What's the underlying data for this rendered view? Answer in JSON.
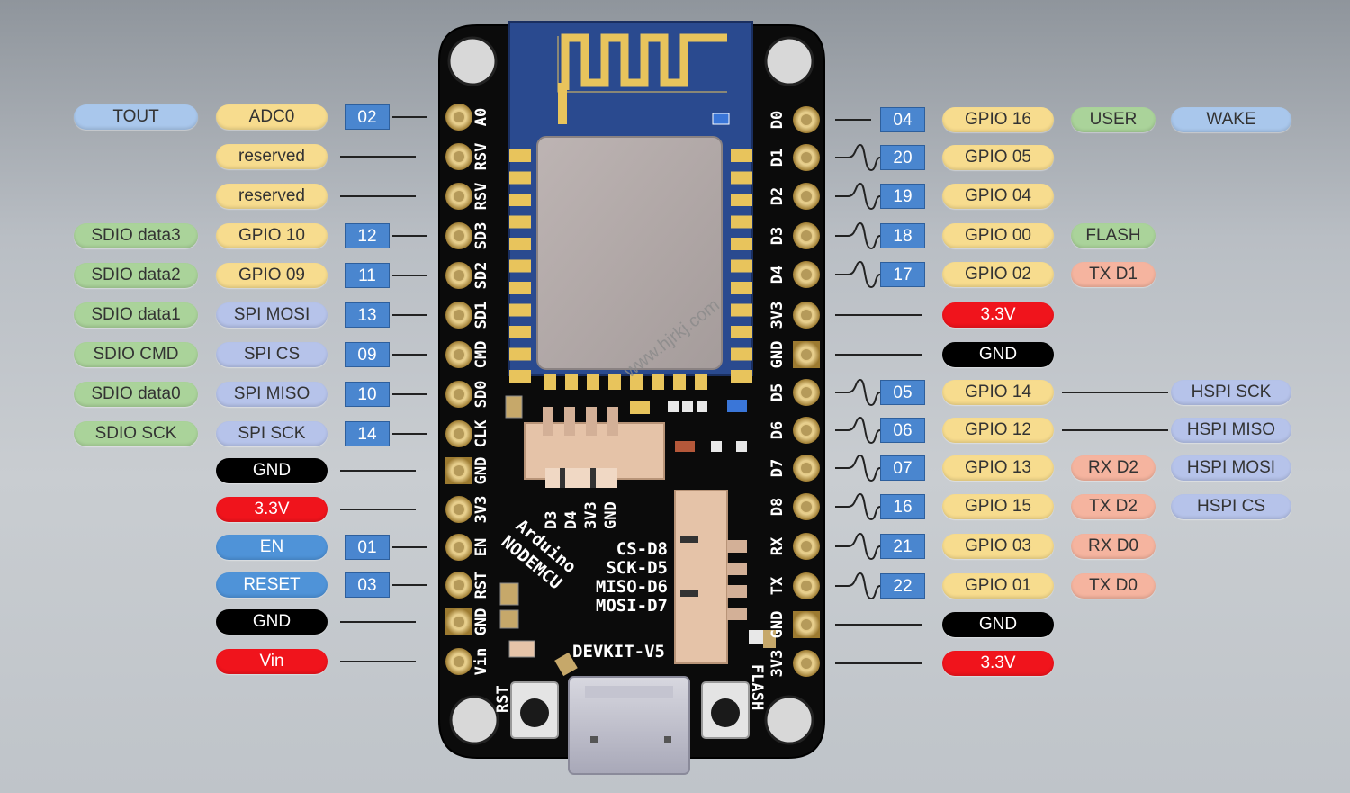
{
  "colors": {
    "blue_light": "#a9c7ec",
    "yellow": "#f7dc8e",
    "green": "#aad39a",
    "purple": "#b6c3ea",
    "black": "#000000",
    "red": "#f0141c",
    "blue_mid": "#4f93d8",
    "salmon": "#f5b49f",
    "number": "#4a86cf",
    "board": "#0a0a0a",
    "module": "#2a4a8f",
    "shield": "#b8b0b0",
    "gold": "#e8c45c"
  },
  "watermark": "www.hjrkj.com",
  "board": {
    "silk": {
      "arduino": "Arduino",
      "nodemcu": "NODEMCU",
      "devkit": "DEVKIT-V5",
      "rst_btn": "RST",
      "flash_btn": "FLASH",
      "header_small": [
        "D3",
        "D4",
        "3V3",
        "GND"
      ],
      "spi_map": [
        "CS-D8",
        "SCK-D5",
        "MISO-D6",
        "MOSI-D7"
      ]
    },
    "left_pins": [
      "A0",
      "RSV",
      "RSV",
      "SD3",
      "SD2",
      "SD1",
      "CMD",
      "SD0",
      "CLK",
      "GND",
      "3V3",
      "EN",
      "RST",
      "GND",
      "Vin"
    ],
    "right_pins": [
      "D0",
      "D1",
      "D2",
      "D3",
      "D4",
      "3V3",
      "GND",
      "D5",
      "D6",
      "D7",
      "D8",
      "RX",
      "TX",
      "GND",
      "3V3"
    ]
  },
  "left_rows": [
    {
      "func": "TOUT",
      "func_color": "blue_light",
      "name": "ADC0",
      "name_color": "yellow",
      "num": "02"
    },
    {
      "func": "",
      "func_color": "",
      "name": "reserved",
      "name_color": "yellow",
      "num": ""
    },
    {
      "func": "",
      "func_color": "",
      "name": "reserved",
      "name_color": "yellow",
      "num": ""
    },
    {
      "func": "SDIO data3",
      "func_color": "green",
      "name": "GPIO 10",
      "name_color": "yellow",
      "num": "12"
    },
    {
      "func": "SDIO data2",
      "func_color": "green",
      "name": "GPIO 09",
      "name_color": "yellow",
      "num": "11"
    },
    {
      "func": "SDIO data1",
      "func_color": "green",
      "name": "SPI MOSI",
      "name_color": "purple",
      "num": "13"
    },
    {
      "func": "SDIO CMD",
      "func_color": "green",
      "name": "SPI CS",
      "name_color": "purple",
      "num": "09"
    },
    {
      "func": "SDIO data0",
      "func_color": "green",
      "name": "SPI MISO",
      "name_color": "purple",
      "num": "10"
    },
    {
      "func": "SDIO SCK",
      "func_color": "green",
      "name": "SPI SCK",
      "name_color": "purple",
      "num": "14"
    },
    {
      "func": "",
      "func_color": "",
      "name": "GND",
      "name_color": "black",
      "num": ""
    },
    {
      "func": "",
      "func_color": "",
      "name": "3.3V",
      "name_color": "red",
      "num": ""
    },
    {
      "func": "",
      "func_color": "",
      "name": "EN",
      "name_color": "blue_mid",
      "num": "01"
    },
    {
      "func": "",
      "func_color": "",
      "name": "RESET",
      "name_color": "blue_mid",
      "num": "03"
    },
    {
      "func": "",
      "func_color": "",
      "name": "GND",
      "name_color": "black",
      "num": ""
    },
    {
      "func": "",
      "func_color": "",
      "name": "Vin",
      "name_color": "red",
      "num": ""
    }
  ],
  "right_rows": [
    {
      "num": "04",
      "name": "GPIO 16",
      "name_color": "yellow",
      "alt": "USER",
      "alt_color": "green",
      "func": "WAKE",
      "func_color": "blue_light",
      "wave": false
    },
    {
      "num": "20",
      "name": "GPIO 05",
      "name_color": "yellow",
      "alt": "",
      "alt_color": "",
      "func": "",
      "func_color": "",
      "wave": true
    },
    {
      "num": "19",
      "name": "GPIO 04",
      "name_color": "yellow",
      "alt": "",
      "alt_color": "",
      "func": "",
      "func_color": "",
      "wave": true
    },
    {
      "num": "18",
      "name": "GPIO 00",
      "name_color": "yellow",
      "alt": "FLASH",
      "alt_color": "green",
      "func": "",
      "func_color": "",
      "wave": true
    },
    {
      "num": "17",
      "name": "GPIO 02",
      "name_color": "yellow",
      "alt": "TX  D1",
      "alt_color": "salmon",
      "func": "",
      "func_color": "",
      "wave": true
    },
    {
      "num": "",
      "name": "3.3V",
      "name_color": "red",
      "alt": "",
      "alt_color": "",
      "func": "",
      "func_color": "",
      "wave": false
    },
    {
      "num": "",
      "name": "GND",
      "name_color": "black",
      "alt": "",
      "alt_color": "",
      "func": "",
      "func_color": "",
      "wave": false
    },
    {
      "num": "05",
      "name": "GPIO 14",
      "name_color": "yellow",
      "alt": "",
      "alt_color": "",
      "func": "HSPI SCK",
      "func_color": "purple",
      "wave": true
    },
    {
      "num": "06",
      "name": "GPIO 12",
      "name_color": "yellow",
      "alt": "",
      "alt_color": "",
      "func": "HSPI MISO",
      "func_color": "purple",
      "wave": true
    },
    {
      "num": "07",
      "name": "GPIO 13",
      "name_color": "yellow",
      "alt": "RX  D2",
      "alt_color": "salmon",
      "func": "HSPI MOSI",
      "func_color": "purple",
      "wave": true
    },
    {
      "num": "16",
      "name": "GPIO 15",
      "name_color": "yellow",
      "alt": "TX  D2",
      "alt_color": "salmon",
      "func": "HSPI CS",
      "func_color": "purple",
      "wave": true
    },
    {
      "num": "21",
      "name": "GPIO 03",
      "name_color": "yellow",
      "alt": "RX  D0",
      "alt_color": "salmon",
      "func": "",
      "func_color": "",
      "wave": true
    },
    {
      "num": "22",
      "name": "GPIO 01",
      "name_color": "yellow",
      "alt": "TX  D0",
      "alt_color": "salmon",
      "func": "",
      "func_color": "",
      "wave": true
    },
    {
      "num": "",
      "name": "GND",
      "name_color": "black",
      "alt": "",
      "alt_color": "",
      "func": "",
      "func_color": "",
      "wave": false
    },
    {
      "num": "",
      "name": "3.3V",
      "name_color": "red",
      "alt": "",
      "alt_color": "",
      "func": "",
      "func_color": "",
      "wave": false
    }
  ]
}
